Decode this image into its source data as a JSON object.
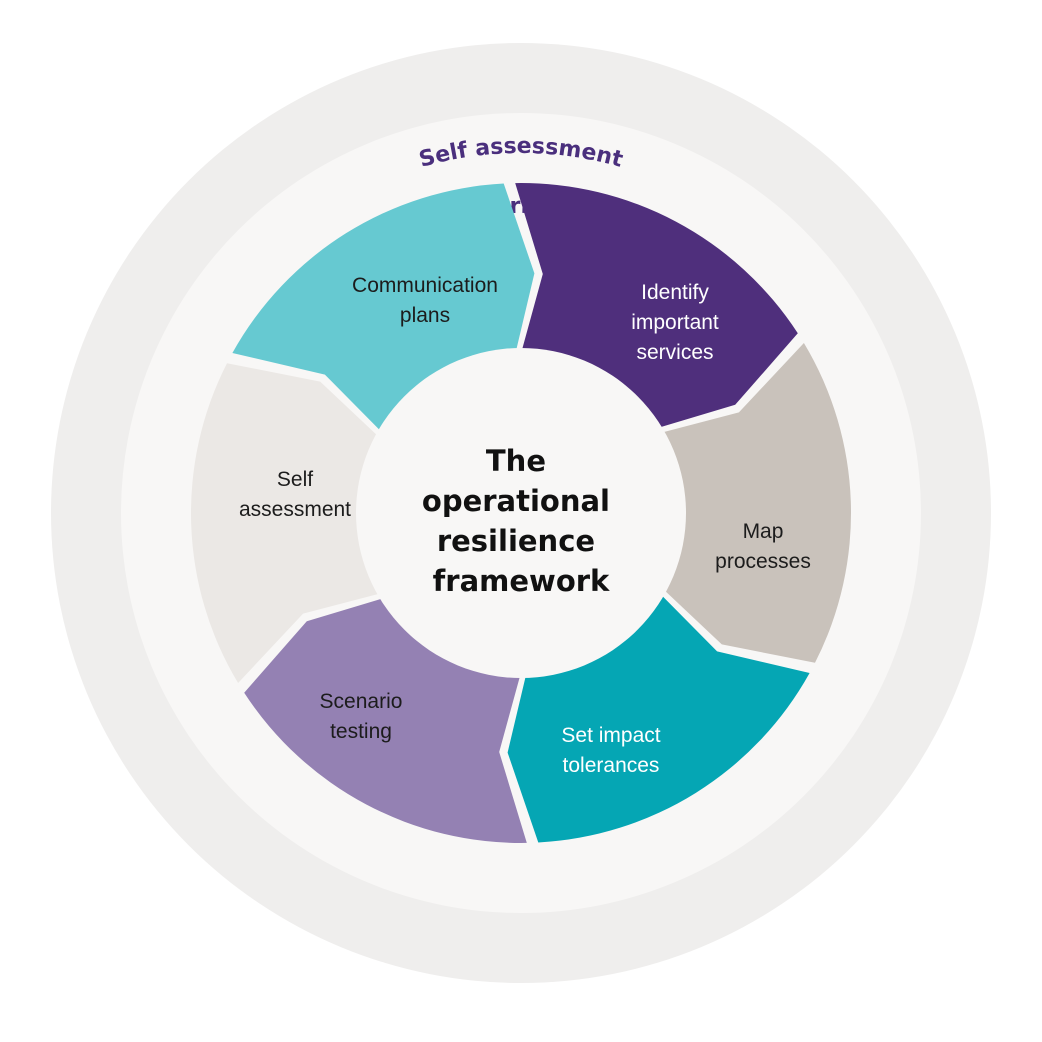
{
  "outer_ring": {
    "label": "Self assessment"
  },
  "inner_ring": {
    "label": "Governance"
  },
  "center": {
    "title_lines": [
      "The",
      "operational",
      "resilience",
      "framework"
    ]
  },
  "segments": [
    {
      "id": "communication-plans",
      "lines": [
        "Communication",
        "plans"
      ],
      "color": "#66c9d1",
      "text_color": "#1c1c1c"
    },
    {
      "id": "identify-important-services",
      "lines": [
        "Identify",
        "important",
        "services"
      ],
      "color": "#4f2f7c",
      "text_color": "#ffffff"
    },
    {
      "id": "map-processes",
      "lines": [
        "Map",
        "processes"
      ],
      "color": "#c9c2bb",
      "text_color": "#1c1c1c"
    },
    {
      "id": "set-impact-tolerances",
      "lines": [
        "Set impact",
        "tolerances"
      ],
      "color": "#05a6b4",
      "text_color": "#ffffff"
    },
    {
      "id": "scenario-testing",
      "lines": [
        "Scenario",
        "testing"
      ],
      "color": "#9481b3",
      "text_color": "#1c1c1c"
    },
    {
      "id": "self-assessment",
      "lines": [
        "Self",
        "assessment"
      ],
      "color": "#ebe8e5",
      "text_color": "#1c1c1c"
    }
  ],
  "colors": {
    "outer_ring": "#efeeed",
    "inner_ring": "#f8f7f6",
    "center_disc": "#f8f7f6",
    "ring_text": "#4a2f7d"
  }
}
